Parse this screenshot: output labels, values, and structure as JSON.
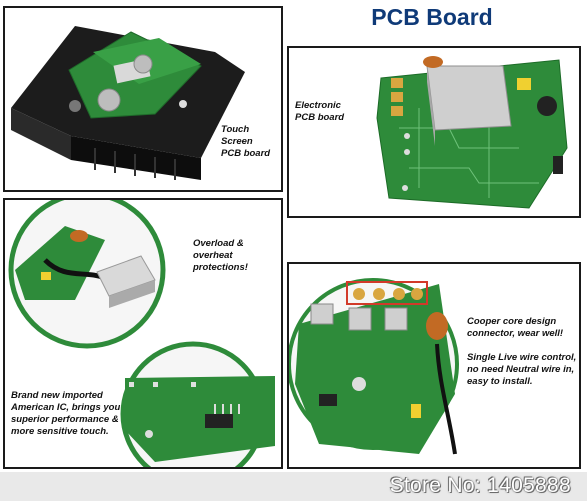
{
  "page": {
    "title": "PCB Board",
    "colors": {
      "title": "#0f3a78",
      "pcb_green": "#2e8b3a",
      "border": "#1a1a1a"
    }
  },
  "panels": [
    {
      "id": "touch-screen",
      "caption_lines": [
        "Touch Screen",
        "PCB board"
      ]
    },
    {
      "id": "electronic",
      "caption_lines": [
        "Electronic",
        "PCB board"
      ]
    },
    {
      "id": "protection",
      "caption_lines": [
        "Overload &",
        "overheat",
        "protections!"
      ],
      "caption2_lines": [
        "Brand new imported",
        "American IC, brings you",
        "superior performance &",
        "more sensitive touch."
      ]
    },
    {
      "id": "copper",
      "caption_lines": [
        "Cooper core design",
        "connector, wear well!"
      ],
      "caption2_lines": [
        "Single Live wire control,",
        "no need Neutral wire in,",
        "easy to install."
      ]
    }
  ],
  "watermark": {
    "text": "Store No: 1405888"
  }
}
